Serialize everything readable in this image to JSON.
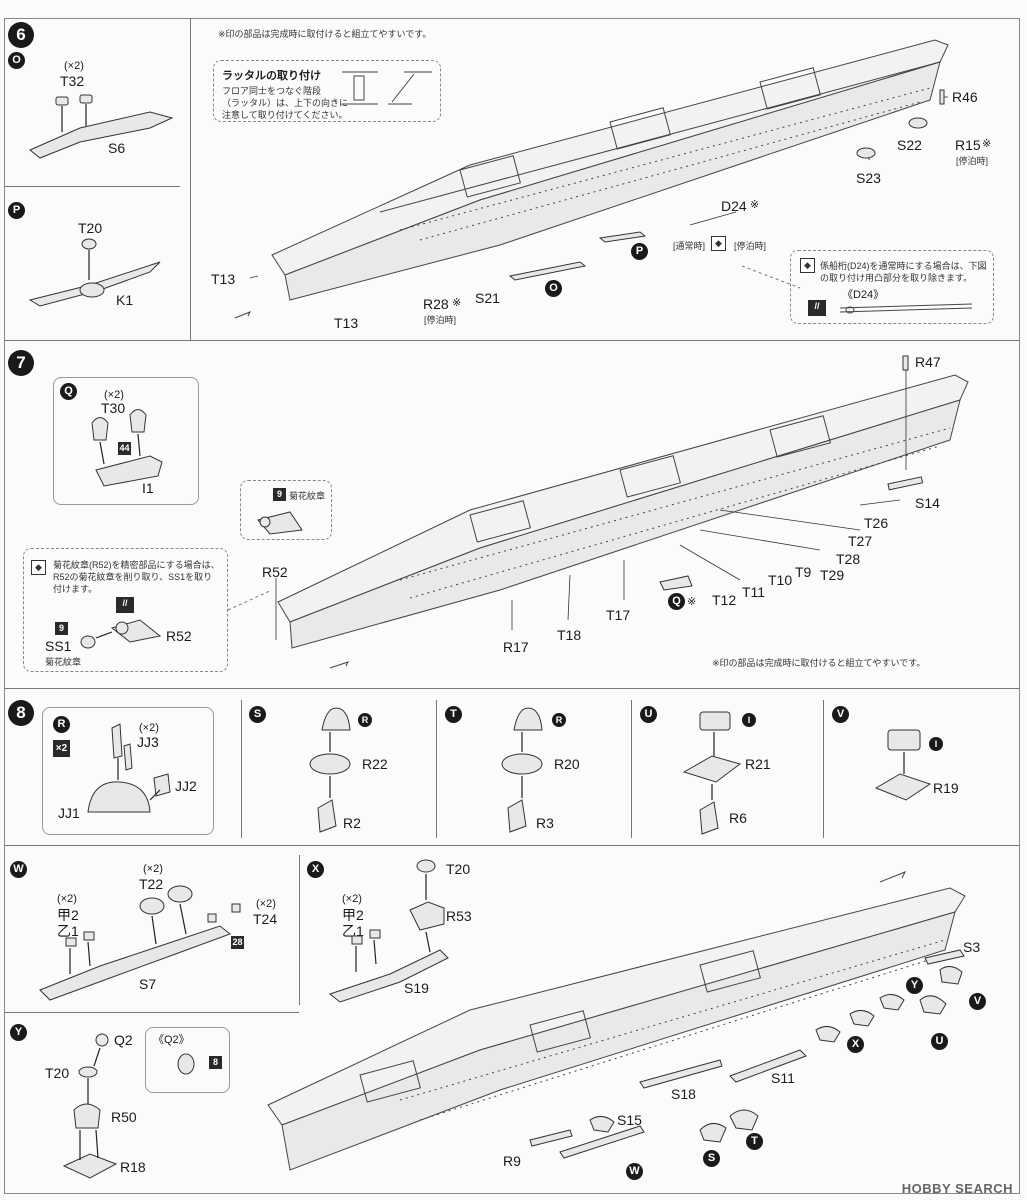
{
  "step6": {
    "number": "6",
    "note_top": "※印の部品は完成時に取付けると組立てやすいです。",
    "sub_o": {
      "circle": "O",
      "qty": "(×2)",
      "part": "T32",
      "base": "S6"
    },
    "sub_p": {
      "circle": "P",
      "part": "T20",
      "base": "K1"
    },
    "ladder": {
      "title": "ラッタルの取り付け",
      "line1": "フロア同士をつなぐ階段",
      "line2": "（ラッタル）は、上下の向きに",
      "line3": "注意して取り付けてください。"
    },
    "labels": {
      "r46": "R46",
      "r15": "R15",
      "r15_mark": "※",
      "r15_sub": "[停泊時]",
      "s22": "S22",
      "s23": "S23",
      "d24": "D24",
      "d24_mark": "※",
      "d24_normal": "[通常時]",
      "d24_moored": "[停泊時]",
      "p_circle": "P",
      "o_circle": "O",
      "t13a": "T13",
      "t13b": "T13",
      "r28": "R28",
      "r28_mark": "※",
      "r28_sub": "[停泊時]",
      "s21": "S21"
    },
    "d24_box": {
      "line1": "係船桁(D24)を通常時にする場合は、下図",
      "line2": "の取り付け用凸部分を取り除きます。",
      "part": "《D24》"
    }
  },
  "step7": {
    "number": "7",
    "sub_q": {
      "circle": "Q",
      "qty": "(×2)",
      "part": "T30",
      "color": "44",
      "base": "I1"
    },
    "chrysanthemum": {
      "color": "9",
      "label": "菊花紋章"
    },
    "ss1_box": {
      "line1": "菊花紋章(R52)を精密部品にする場合は、",
      "line2": "R52の菊花紋章を削り取り、SS1を取り",
      "line3": "付けます。",
      "color": "9",
      "ss1": "SS1",
      "ss1_sub": "菊花紋章",
      "r52": "R52"
    },
    "labels": {
      "r47": "R47",
      "s14": "S14",
      "t26": "T26",
      "t27": "T27",
      "t28": "T28",
      "t29": "T29",
      "t9": "T9",
      "t10": "T10",
      "t11": "T11",
      "t12": "T12",
      "q_circle": "Q",
      "q_mark": "※",
      "t17": "T17",
      "t18": "T18",
      "r17": "R17",
      "r52": "R52"
    },
    "note_bottom": "※印の部品は完成時に取付けると組立てやすいです。"
  },
  "step8": {
    "number": "8",
    "sub_r": {
      "circle": "R",
      "multiplier": "×2",
      "qty": "(×2)",
      "jj3": "JJ3",
      "jj2": "JJ2",
      "jj1": "JJ1"
    },
    "sub_s": {
      "circle": "S",
      "r_circle": "R",
      "r22": "R22",
      "r2": "R2"
    },
    "sub_t": {
      "circle": "T",
      "r_circle": "R",
      "r20": "R20",
      "r3": "R3"
    },
    "sub_u": {
      "circle": "U",
      "i_circle": "I",
      "r21": "R21",
      "r6": "R6"
    },
    "sub_v": {
      "circle": "V",
      "i_circle": "I",
      "r19": "R19"
    },
    "sub_w": {
      "circle": "W",
      "qty1": "(×2)",
      "ko2": "甲2",
      "otsu1": "乙1",
      "qty2": "(×2)",
      "t22": "T22",
      "qty3": "(×2)",
      "t24": "T24",
      "color": "28",
      "s7": "S7"
    },
    "sub_x": {
      "circle": "X",
      "t20": "T20",
      "r53": "R53",
      "qty": "(×2)",
      "ko2": "甲2",
      "otsu1": "乙1",
      "s19": "S19"
    },
    "sub_y": {
      "circle": "Y",
      "q2": "Q2",
      "t20": "T20",
      "r50": "R50",
      "r18": "R18",
      "q2_box": "《Q2》",
      "color": "8"
    },
    "labels": {
      "s3": "S3",
      "y": "Y",
      "v": "V",
      "u": "U",
      "x": "X",
      "s11": "S11",
      "s18": "S18",
      "s15": "S15",
      "r9": "R9",
      "w": "W",
      "s": "S",
      "t": "T"
    }
  },
  "watermark": "HOBBY SEARCH"
}
